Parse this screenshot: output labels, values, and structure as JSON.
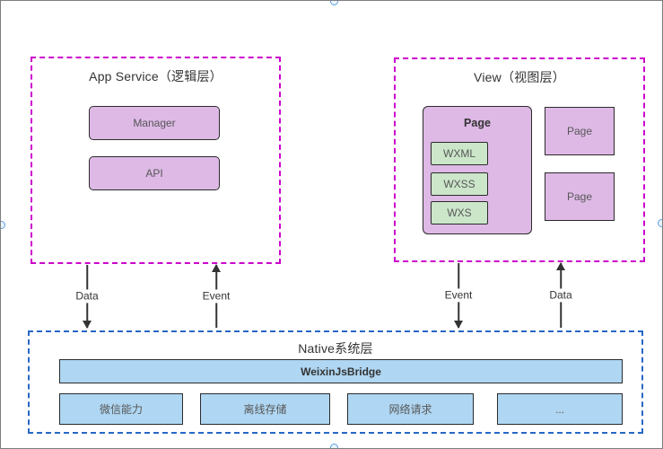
{
  "colors": {
    "purple_fill": "#DEB9E6",
    "green_fill": "#CBE6C9",
    "blue_fill": "#AFD6F2",
    "magenta_dashed_border": "#CC00CC",
    "blue_dashed_border": "#2767C6",
    "node_border": "#2B2B2B",
    "text_dark": "#333333",
    "text_gray": "#575757",
    "handle_blue": "#5C9FDC"
  },
  "app_service": {
    "title": "App Service（逻辑层）",
    "boxes": [
      "Manager",
      "API"
    ]
  },
  "view": {
    "title": "View（视图层）",
    "main_page": {
      "title": "Page",
      "children": [
        "WXML",
        "WXSS",
        "WXS"
      ]
    },
    "pages": [
      "Page",
      "Page"
    ]
  },
  "native": {
    "title": "Native系统层",
    "bridge": "WeixinJsBridge",
    "modules": [
      "微信能力",
      "离线存储",
      "网络请求",
      "..."
    ]
  },
  "arrows": [
    {
      "label": "Data",
      "direction": "down",
      "from": "App Service",
      "to": "Native"
    },
    {
      "label": "Event",
      "direction": "up",
      "from": "Native",
      "to": "App Service"
    },
    {
      "label": "Event",
      "direction": "down",
      "from": "View",
      "to": "Native"
    },
    {
      "label": "Data",
      "direction": "up",
      "from": "Native",
      "to": "View"
    }
  ]
}
